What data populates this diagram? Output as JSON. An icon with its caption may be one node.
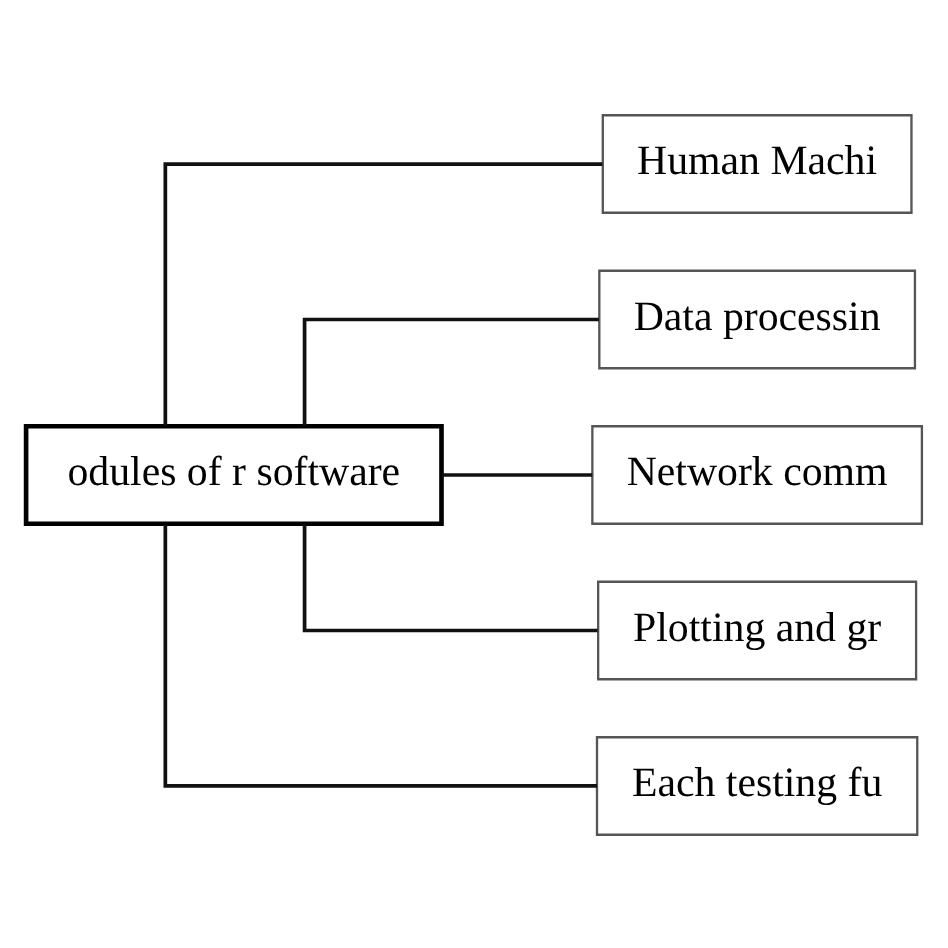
{
  "diagram": {
    "nodes": [
      {
        "text": [
          "odules of r software"
        ]
      },
      {
        "text": [
          "Human Machi"
        ]
      },
      {
        "text": [
          "Data processin"
        ]
      },
      {
        "text": [
          "Network comm"
        ]
      },
      {
        "text": [
          "Plotting and gr"
        ]
      },
      {
        "text": [
          "Each testing fu"
        ]
      }
    ],
    "edges": [
      {
        "from": 0,
        "to": 1,
        "arrow": "none"
      },
      {
        "from": 0,
        "to": 2,
        "arrow": "none"
      },
      {
        "from": 0,
        "to": 3,
        "arrow": "none"
      },
      {
        "from": 0,
        "to": 4,
        "arrow": "none"
      },
      {
        "from": 0,
        "to": 5,
        "arrow": "none"
      }
    ]
  }
}
